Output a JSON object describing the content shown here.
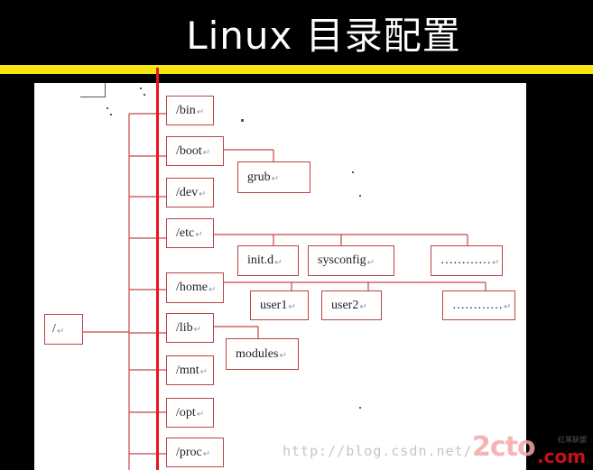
{
  "title": "Linux 目录配置",
  "nodes": {
    "root": "/",
    "bin": "/bin",
    "boot": "/boot",
    "grub": "grub",
    "dev": "/dev",
    "etc": "/etc",
    "initd": "init.d",
    "sysconfig": "sysconfig",
    "etc_more": "…………",
    "home": "/home",
    "user1": "user1",
    "user2": "user2",
    "home_more": "…………",
    "lib": "/lib",
    "modules": "modules",
    "mnt": "/mnt",
    "opt": "/opt",
    "proc": "/proc"
  },
  "return_mark": "↵",
  "watermark": {
    "url": "http://blog.csdn.net/",
    "logo": "2cto",
    "com": ".com",
    "small": "红黑联盟"
  },
  "colors": {
    "background": "#000000",
    "band": "#f5e614",
    "red_line": "#e8141d",
    "box_border": "#b44444"
  }
}
